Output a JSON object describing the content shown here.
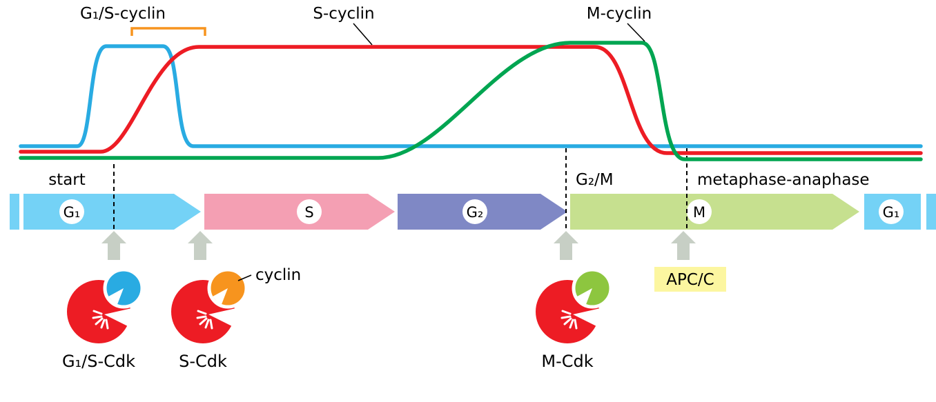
{
  "figure": {
    "curve_labels": {
      "g1s_cyclin": "G₁/S-cyclin",
      "s_cyclin": "S-cyclin",
      "m_cyclin": "M-cyclin"
    },
    "checkpoints": {
      "start": "start",
      "g2_m": "G₂/M",
      "metaphase_anaphase": "metaphase-anaphase"
    },
    "phases": {
      "g1_start": "G₁",
      "s": "S",
      "g2": "G₂",
      "m": "M",
      "g1_end": "G₁"
    },
    "complexes": {
      "g1s_cdk": "G₁/S-Cdk",
      "s_cdk": "S-Cdk",
      "m_cdk": "M-Cdk"
    },
    "annotations": {
      "cyclin": "cyclin",
      "apcc": "APC/C"
    },
    "curves": [
      {
        "name": "G₁/S-cyclin",
        "color": "#29ABE2",
        "profile": "low in early G₁, sharp peak around Start in late G₁, falls back to baseline at S-phase entry"
      },
      {
        "name": "S-cyclin",
        "color": "#ED1C24",
        "profile": "rises at Start, stays high through S and G₂ and early M, destroyed before end of M"
      },
      {
        "name": "M-cyclin",
        "color": "#00A551",
        "profile": "rises gradually through G₂ to a peak in M, destroyed abruptly at the metaphase-anaphase transition"
      }
    ],
    "colors": {
      "g1s_cyclin_curve": "#29ABE2",
      "s_cyclin_curve": "#ED1C24",
      "m_cyclin_curve": "#00A551",
      "phase_g1": "#74D2F6",
      "phase_s": "#F49FB3",
      "phase_g2": "#7F88C5",
      "phase_m": "#C6E08F",
      "cdk_body": "#ED1C24",
      "cyclin_g1s": "#29ABE2",
      "cyclin_s": "#F7941E",
      "cyclin_m": "#8DC63F",
      "apcc_bg": "#FCF6A0",
      "bracket": "#F7941E",
      "checkpoint_arrow": "#C7CFC5"
    }
  }
}
